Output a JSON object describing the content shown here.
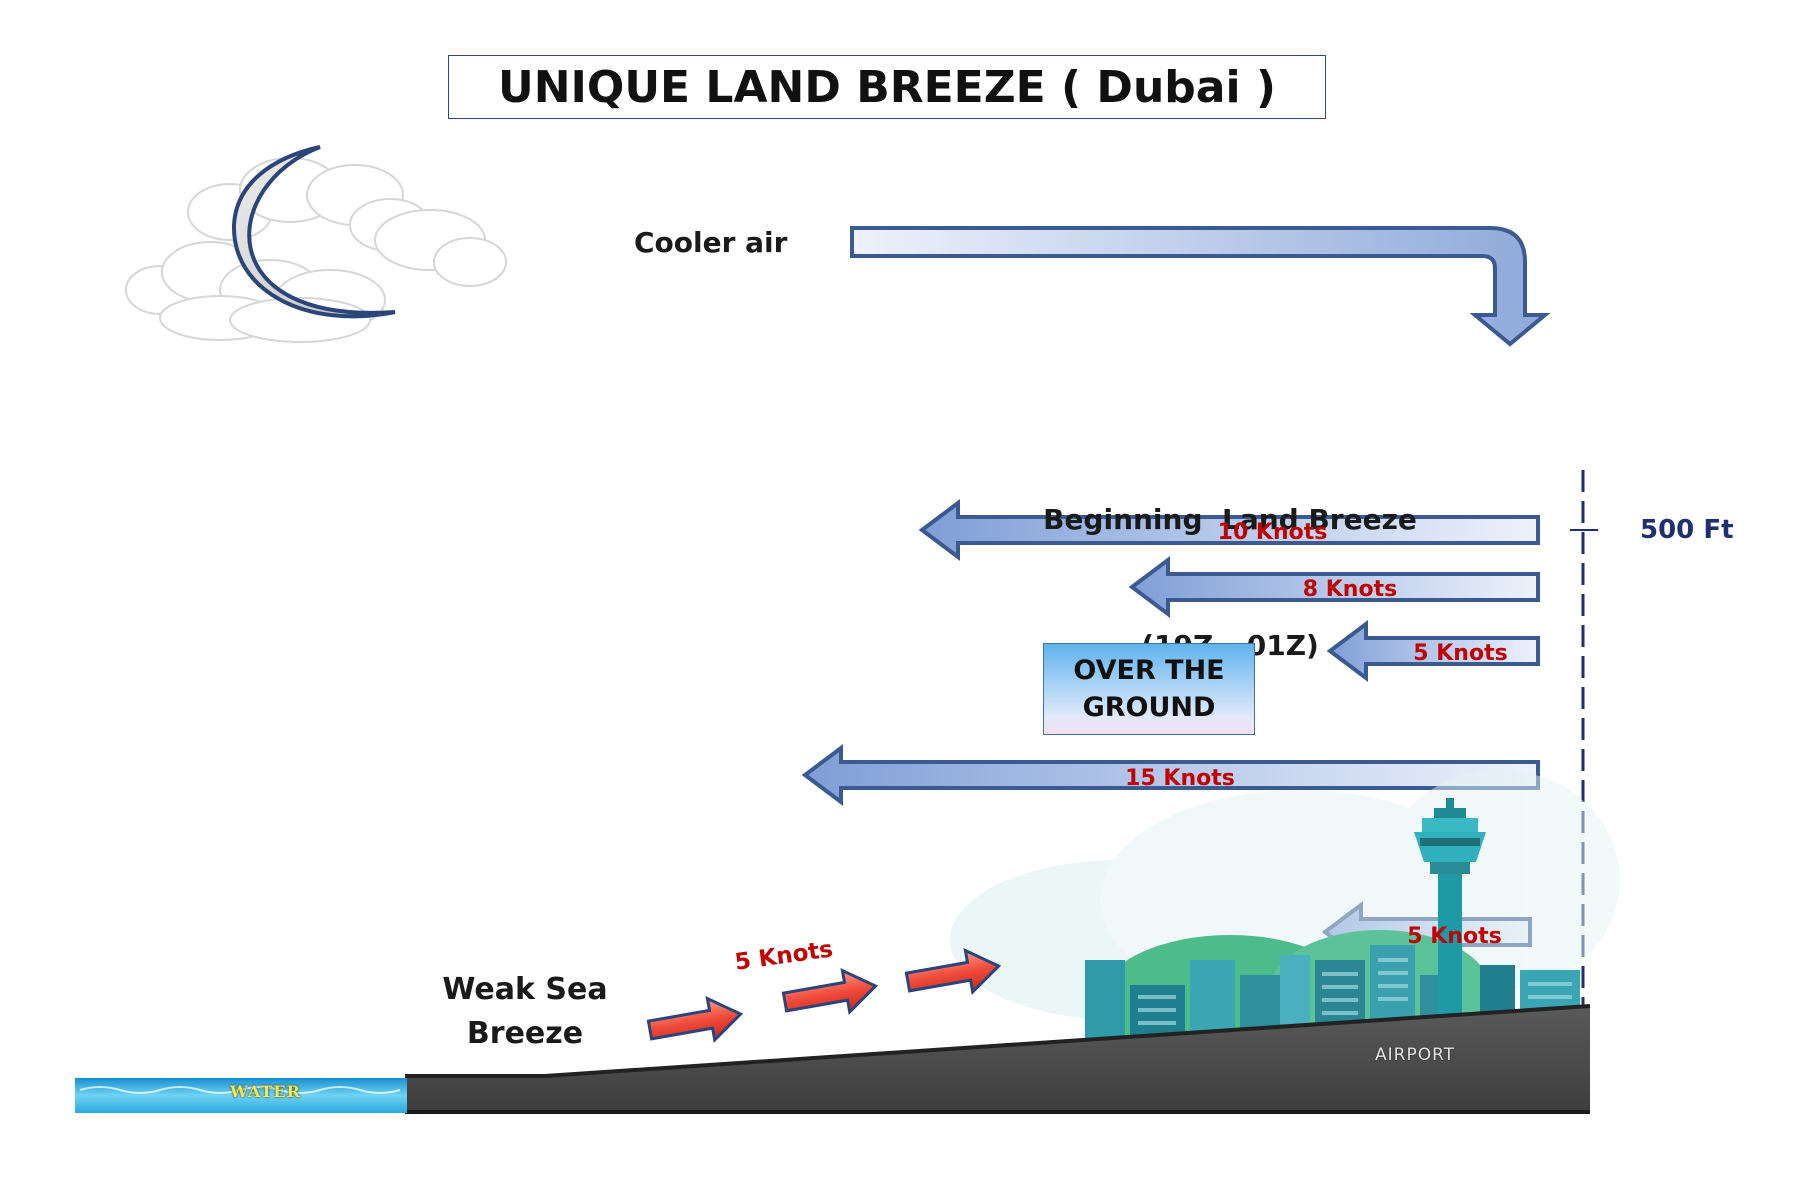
{
  "title": "UNIQUE LAND BREEZE ( Dubai )",
  "labels": {
    "cooler_air": "Cooler air",
    "beginning_line1": "Beginning  Land Breeze",
    "beginning_line2": "(19Z – 01Z)",
    "altitude": "500 Ft",
    "over_ground_line1": "OVER THE",
    "over_ground_line2": "GROUND",
    "weak_sea_line1": "Weak Sea",
    "weak_sea_line2": "Breeze",
    "water": "WATER",
    "airport": "AIRPORT"
  },
  "land_breeze_arrows": [
    {
      "speed": "10 Knots"
    },
    {
      "speed": "8 Knots"
    },
    {
      "speed": "5 Knots"
    },
    {
      "speed": "15 Knots"
    },
    {
      "speed": "5 Knots"
    }
  ],
  "sea_breeze": {
    "speed": "5 Knots",
    "arrow_count": 3
  },
  "colors": {
    "arrow_fill": "#c5d5ee",
    "arrow_stroke": "#3a5a90",
    "speed_text": "#c00000",
    "sea_arrow": "#f05050",
    "ground": "#4a4a4a",
    "water": "#29b6e8",
    "altitude_line": "#1f2f6f"
  },
  "icons": [
    "moon-icon",
    "cloud-icon",
    "city-skyline-icon",
    "control-tower-icon"
  ]
}
